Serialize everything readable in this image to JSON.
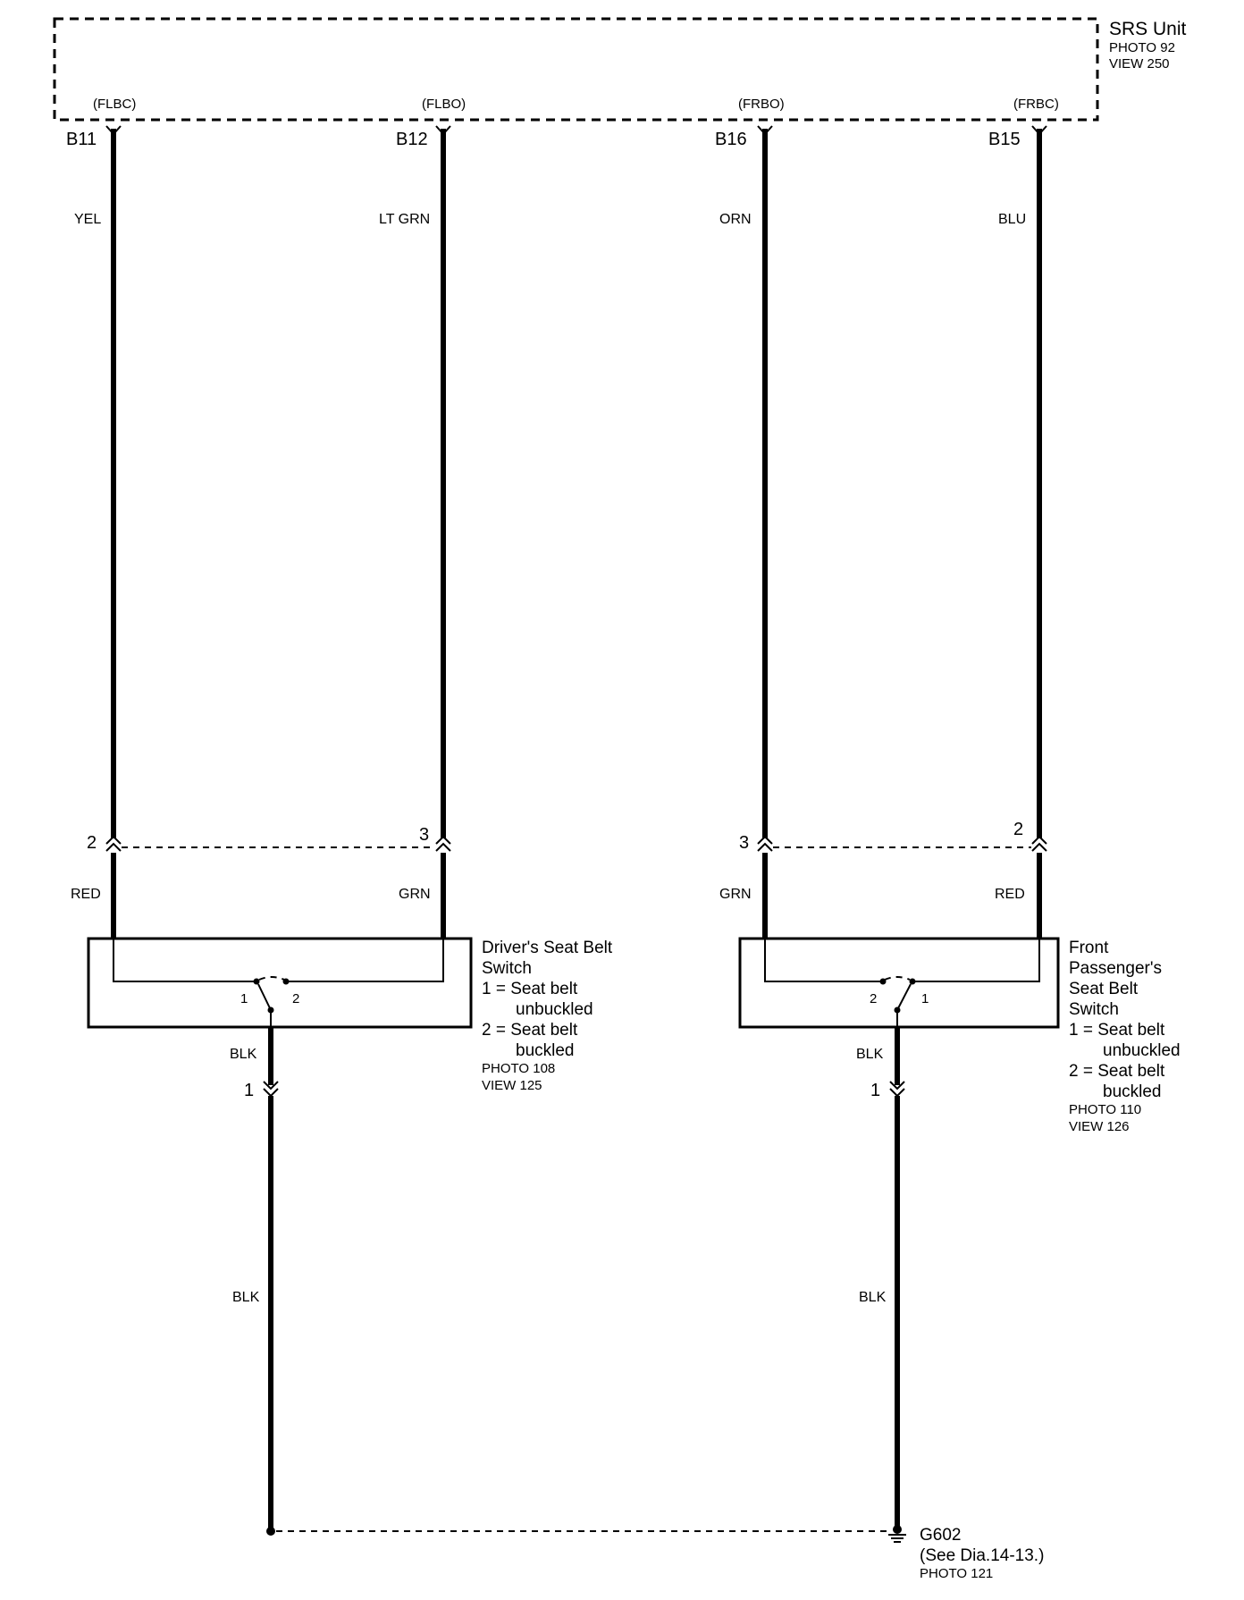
{
  "srs_unit": {
    "title": "SRS Unit",
    "photo": "PHOTO 92",
    "view": "VIEW 250"
  },
  "terminals": [
    {
      "pin": "B11",
      "circuit": "(FLBC)",
      "wire_color": "YEL"
    },
    {
      "pin": "B12",
      "circuit": "(FLBO)",
      "wire_color": "LT GRN"
    },
    {
      "pin": "B16",
      "circuit": "(FRBO)",
      "wire_color": "ORN"
    },
    {
      "pin": "B15",
      "circuit": "(FRBC)",
      "wire_color": "BLU"
    }
  ],
  "driver_switch": {
    "title_1": "Driver's Seat Belt",
    "title_2": "Switch",
    "legend_1a": "1 = Seat belt",
    "legend_1b": "unbuckled",
    "legend_2a": "2 = Seat belt",
    "legend_2b": "buckled",
    "photo": "PHOTO 108",
    "view": "VIEW 125",
    "connector_pin_left": "2",
    "connector_pin_right": "3",
    "wire_left": "RED",
    "wire_right": "GRN",
    "contact_left": "1",
    "contact_right": "2",
    "ground_pin": "1",
    "ground_wire_upper": "BLK",
    "ground_wire_lower": "BLK"
  },
  "passenger_switch": {
    "title_1": "Front",
    "title_2": "Passenger's",
    "title_3": "Seat Belt",
    "title_4": "Switch",
    "legend_1a": "1 = Seat belt",
    "legend_1b": "unbuckled",
    "legend_2a": "2 = Seat belt",
    "legend_2b": "buckled",
    "photo": "PHOTO 110",
    "view": "VIEW 126",
    "connector_pin_left": "3",
    "connector_pin_right": "2",
    "wire_left": "GRN",
    "wire_right": "RED",
    "contact_left": "2",
    "contact_right": "1",
    "ground_pin": "1",
    "ground_wire_upper": "BLK",
    "ground_wire_lower": "BLK"
  },
  "ground": {
    "name": "G602",
    "note": "(See Dia.14-13.)",
    "photo": "PHOTO 121"
  }
}
